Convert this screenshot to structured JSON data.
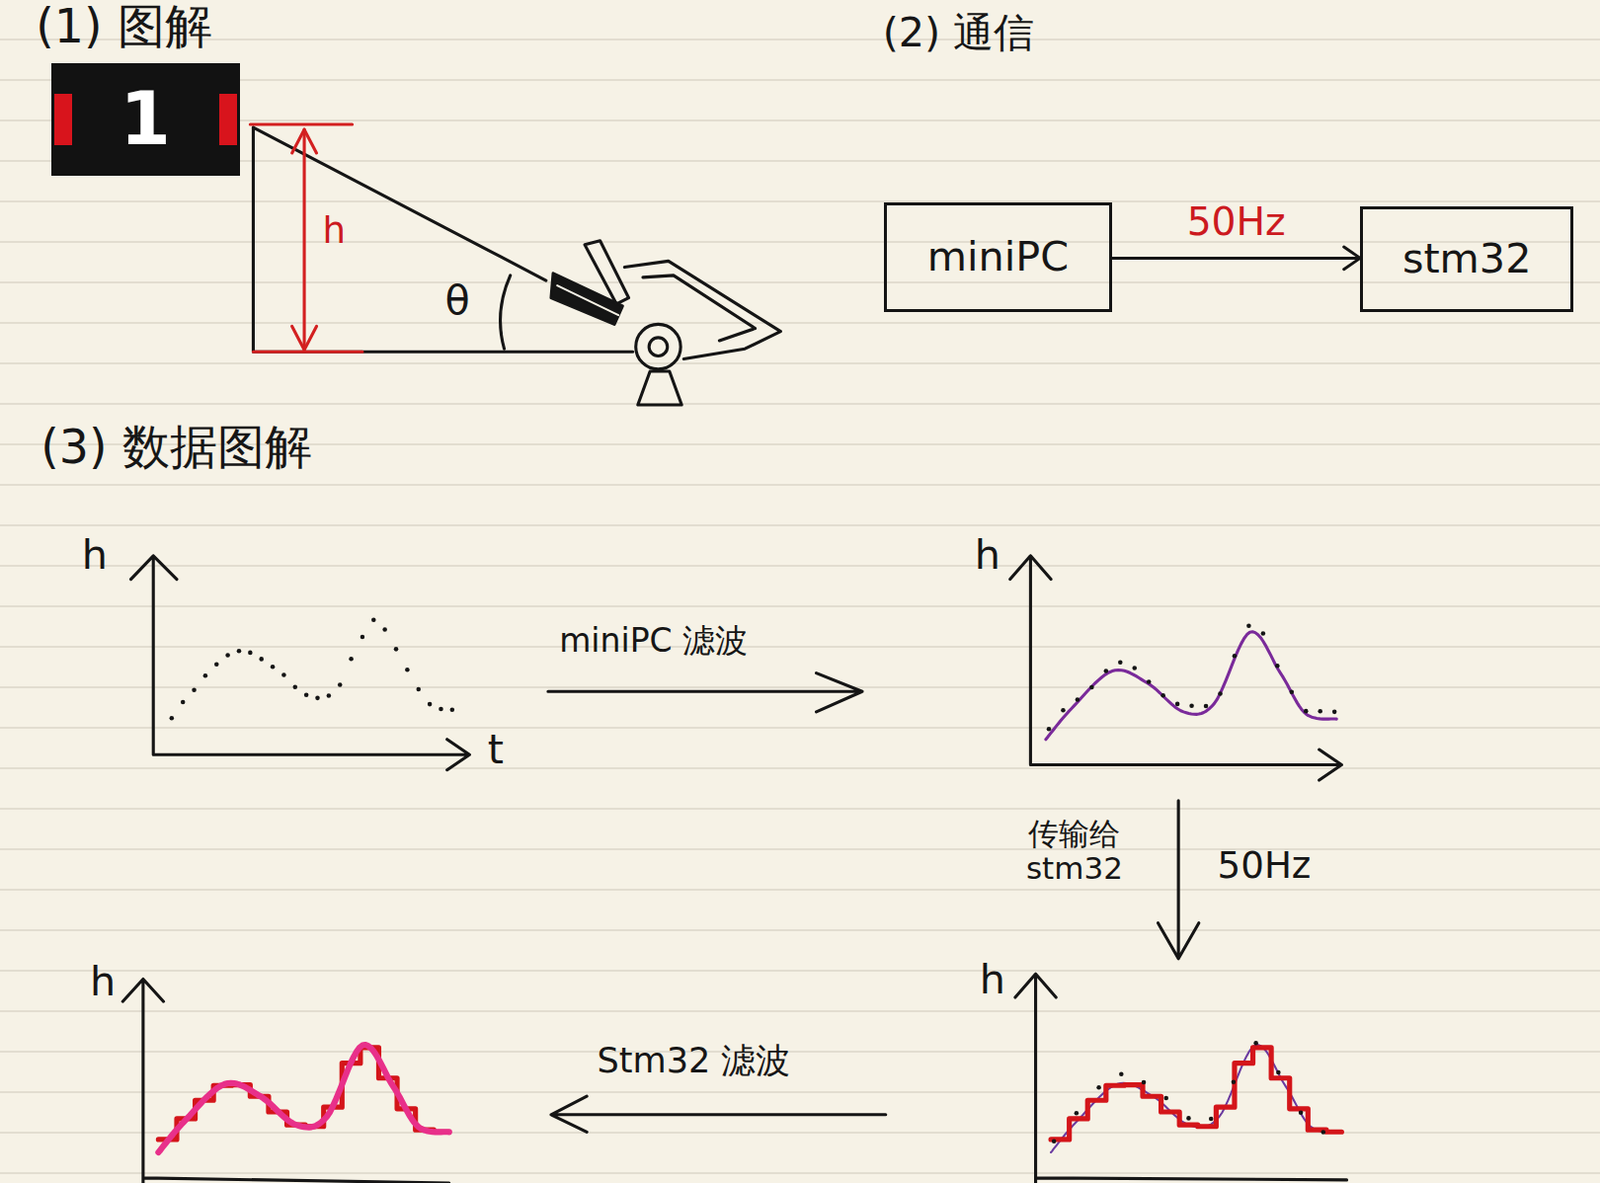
{
  "diagram": {
    "nodes": [
      {
        "text": [
          "1"
        ]
      },
      {
        "text": [
          "miniPC"
        ]
      },
      {
        "text": [
          "stm32"
        ]
      }
    ],
    "edges": [
      {
        "from": 1,
        "to": 2,
        "arrow": "to",
        "label": "50Hz"
      }
    ],
    "labels": [
      "(1) 图解",
      "h",
      "θ",
      "(2) 通信",
      "(3) 数据图解",
      "h",
      "t",
      "miniPC 滤波",
      "h",
      "传输给 stm32",
      "50Hz",
      "h",
      "Stm32 滤波",
      "h"
    ]
  }
}
